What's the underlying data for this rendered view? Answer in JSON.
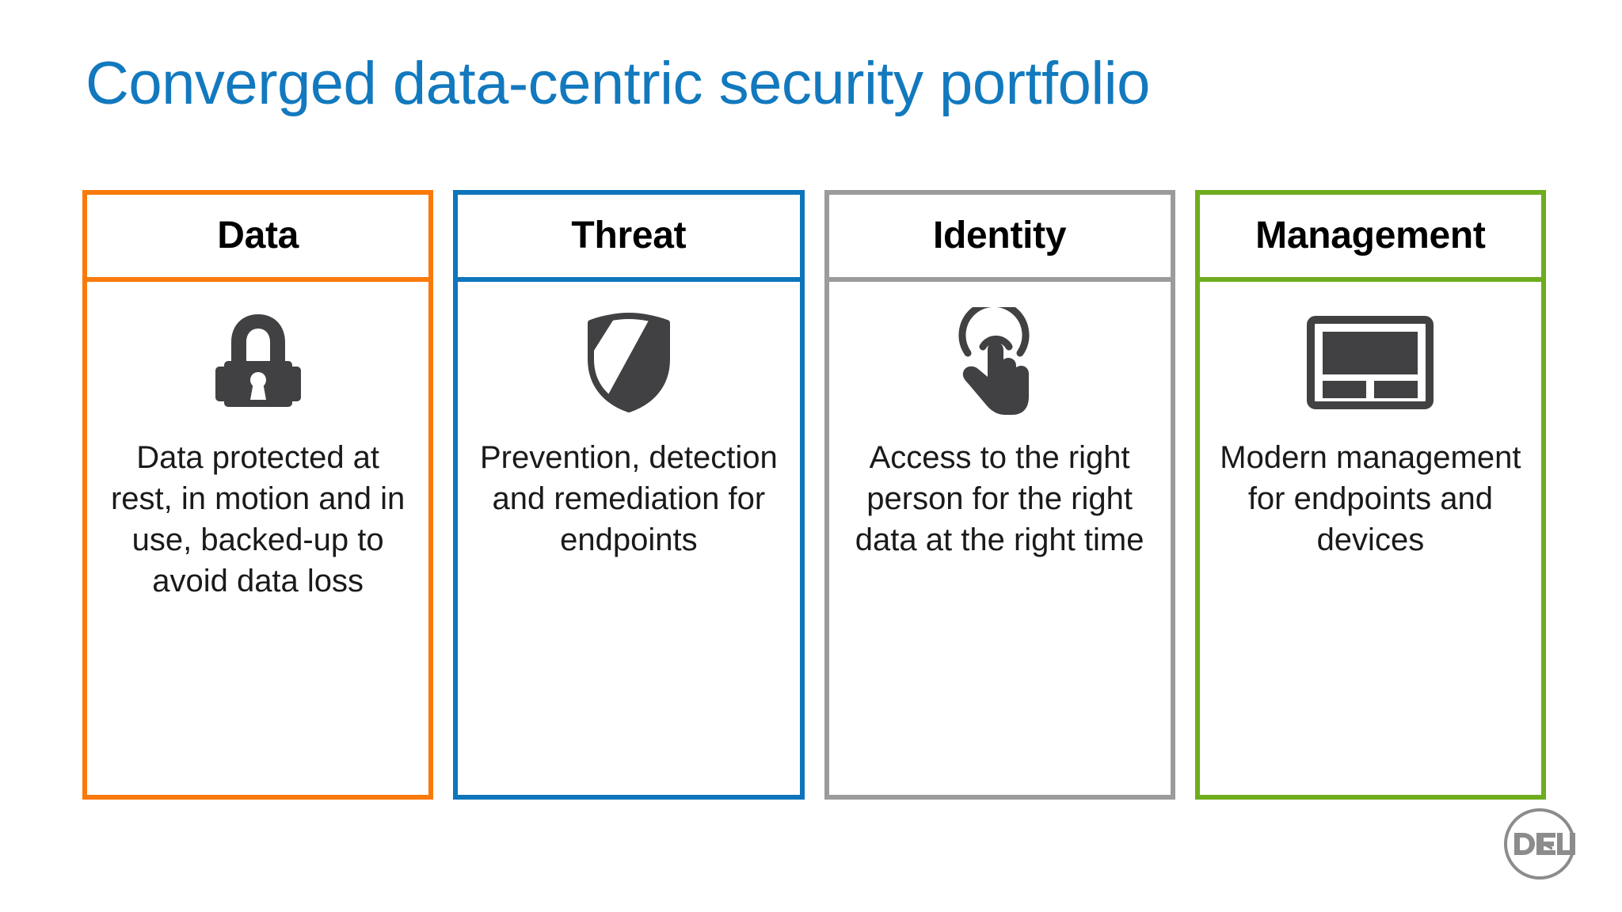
{
  "slide": {
    "title": "Converged data-centric security portfolio",
    "title_color": "#1279BE",
    "background_color": "#FFFFFF"
  },
  "cards": [
    {
      "id": "data",
      "header": "Data",
      "description": "Data protected at rest, in motion and in use, backed-up to avoid data loss",
      "accent_color": "#F97A0B",
      "icon": "padlock-icon",
      "icon_color": "#414042"
    },
    {
      "id": "threat",
      "header": "Threat",
      "description": "Prevention, detection and remediation for endpoints",
      "accent_color": "#0E75BB",
      "icon": "shield-icon",
      "icon_color": "#414042"
    },
    {
      "id": "identity",
      "header": "Identity",
      "description": "Access to the right person for the right data at the right time",
      "accent_color": "#9B9B9B",
      "icon": "tap-hand-icon",
      "icon_color": "#414042"
    },
    {
      "id": "management",
      "header": "Management",
      "description": "Modern management for endpoints and devices",
      "accent_color": "#6FAC1E",
      "icon": "dashboard-layout-icon",
      "icon_color": "#414042"
    }
  ],
  "footer": {
    "logo_text": "DELL",
    "logo_color": "#8C8C8C"
  }
}
